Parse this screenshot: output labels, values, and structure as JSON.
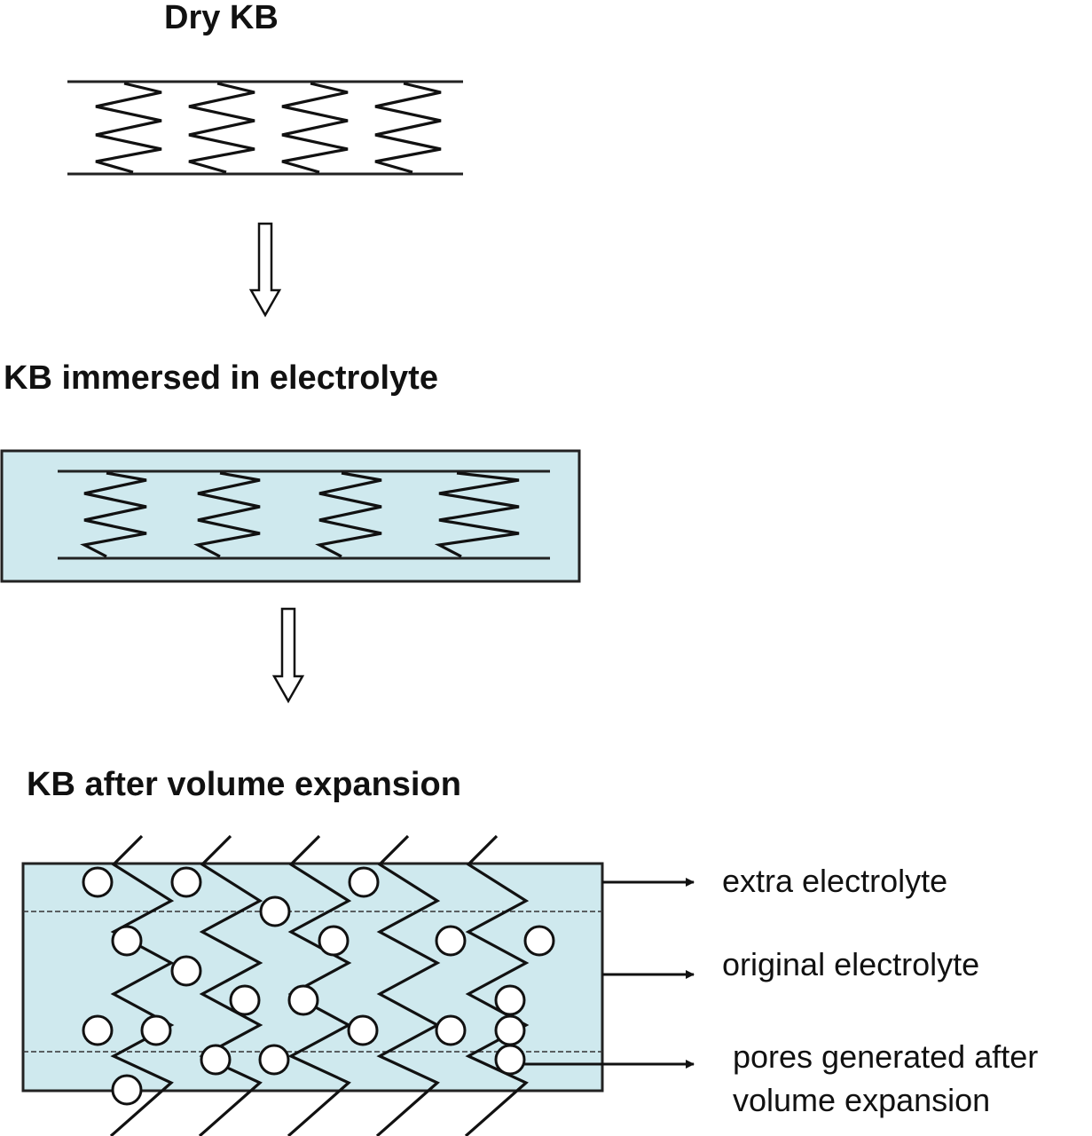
{
  "headings": {
    "dry": "Dry KB",
    "immersed": "KB immersed in electrolyte",
    "expanded": "KB after volume expansion"
  },
  "labels": {
    "extra": "extra electrolyte",
    "original": "original electrolyte",
    "pores_line1": "pores generated after",
    "pores_line2": "volume expansion"
  },
  "colors": {
    "electrolyte_fill": "#cfe9ee",
    "line": "#111111",
    "pore_fill": "#ffffff"
  }
}
